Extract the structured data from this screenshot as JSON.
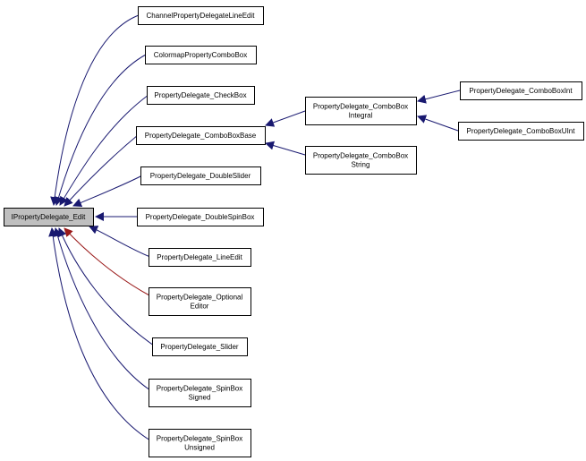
{
  "diagram": {
    "nodes": {
      "ipd_edit": [
        "IPropertyDelegate_Edit"
      ],
      "channel": [
        "ChannelPropertyDelegateLineEdit"
      ],
      "colormap": [
        "ColormapPropertyComboBox"
      ],
      "checkbox": [
        "PropertyDelegate_CheckBox"
      ],
      "combobase": [
        "PropertyDelegate_ComboBoxBase"
      ],
      "doubleslider": [
        "PropertyDelegate_DoubleSlider"
      ],
      "doublespin": [
        "PropertyDelegate_DoubleSpinBox"
      ],
      "lineedit": [
        "PropertyDelegate_LineEdit"
      ],
      "optional": [
        "PropertyDelegate_Optional",
        "Editor"
      ],
      "slider": [
        "PropertyDelegate_Slider"
      ],
      "spinsigned": [
        "PropertyDelegate_SpinBox",
        "Signed"
      ],
      "spinunsigned": [
        "PropertyDelegate_SpinBox",
        "Unsigned"
      ],
      "combointegral": [
        "PropertyDelegate_ComboBox",
        "Integral"
      ],
      "combostring": [
        "PropertyDelegate_ComboBox",
        "String"
      ],
      "comboint": [
        "PropertyDelegate_ComboBoxInt"
      ],
      "combouint": [
        "PropertyDelegate_ComboBoxUInt"
      ]
    },
    "edges": [
      {
        "from": "channel",
        "to": "ipd_edit",
        "color": "#191970"
      },
      {
        "from": "colormap",
        "to": "ipd_edit",
        "color": "#191970"
      },
      {
        "from": "checkbox",
        "to": "ipd_edit",
        "color": "#191970"
      },
      {
        "from": "combobase",
        "to": "ipd_edit",
        "color": "#191970"
      },
      {
        "from": "doubleslider",
        "to": "ipd_edit",
        "color": "#191970"
      },
      {
        "from": "doublespin",
        "to": "ipd_edit",
        "color": "#191970"
      },
      {
        "from": "lineedit",
        "to": "ipd_edit",
        "color": "#191970"
      },
      {
        "from": "optional",
        "to": "ipd_edit",
        "color": "#9a1a1a"
      },
      {
        "from": "slider",
        "to": "ipd_edit",
        "color": "#191970"
      },
      {
        "from": "spinsigned",
        "to": "ipd_edit",
        "color": "#191970"
      },
      {
        "from": "spinunsigned",
        "to": "ipd_edit",
        "color": "#191970"
      },
      {
        "from": "combointegral",
        "to": "combobase",
        "color": "#191970"
      },
      {
        "from": "combostring",
        "to": "combobase",
        "color": "#191970"
      },
      {
        "from": "comboint",
        "to": "combointegral",
        "color": "#191970"
      },
      {
        "from": "combouint",
        "to": "combointegral",
        "color": "#191970"
      }
    ]
  }
}
